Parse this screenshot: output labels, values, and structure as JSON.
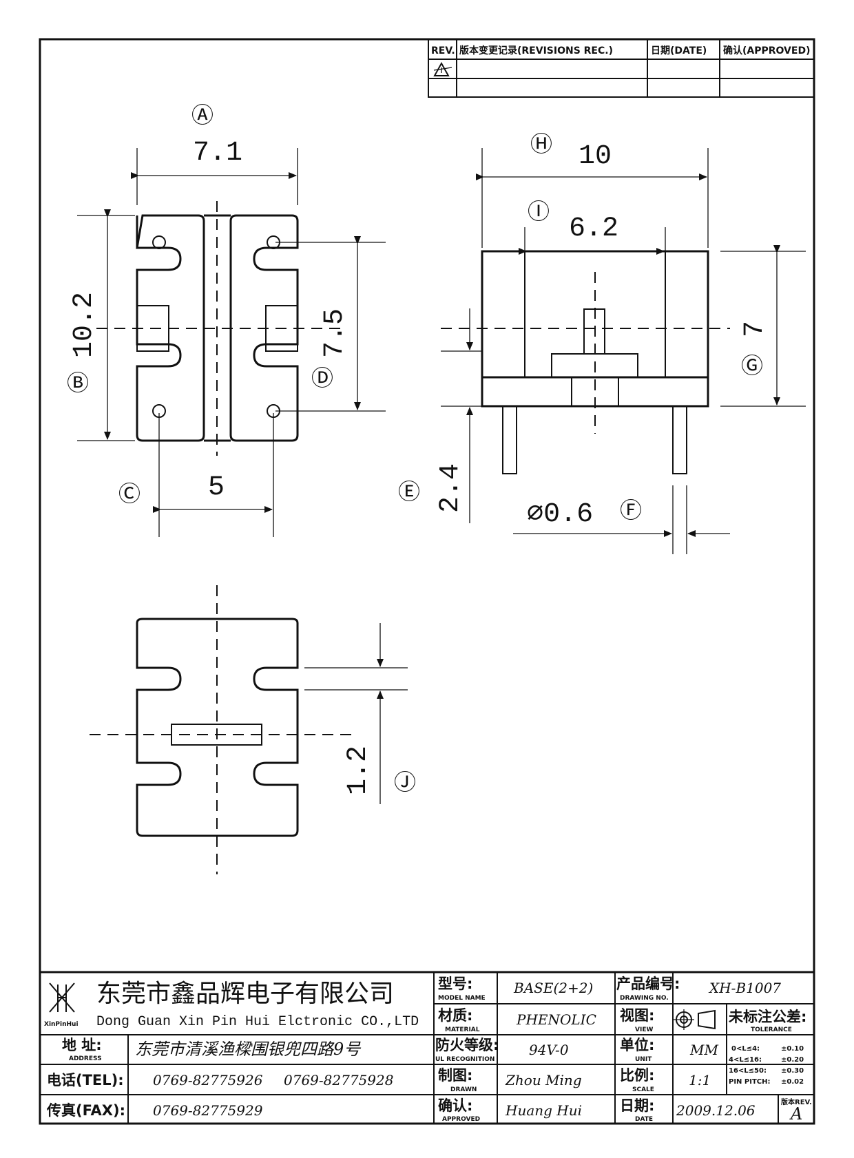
{
  "revisions": {
    "rev_header": "REV.",
    "record_header": "版本变更记录(REVISIONS REC.)",
    "date_header": "日期(DATE)",
    "approved_header": "确认(APPROVED)"
  },
  "labels": {
    "A": "Ⓐ",
    "B": "Ⓑ",
    "C": "Ⓒ",
    "D": "Ⓓ",
    "E": "Ⓔ",
    "F": "Ⓕ",
    "G": "Ⓖ",
    "H": "Ⓗ",
    "I": "Ⓘ",
    "J": "Ⓙ"
  },
  "dimensions": {
    "A": "7.1",
    "B": "10.2",
    "C": "5",
    "D": "7.5",
    "E": "2.4",
    "F": "⌀0.6",
    "G": "7",
    "H": "10",
    "I": "6.2",
    "J": "1.2"
  },
  "title_block": {
    "company_cn": "东莞市鑫品辉电子有限公司",
    "company_en": "Dong Guan Xin Pin Hui Elctronic CO.,LTD",
    "logo_text": "XinPinHui",
    "address_label_cn": "地 址:",
    "address_label_en": "ADDRESS",
    "address_value": "东莞市清溪渔樑围银兜四路9号",
    "tel_label": "电话(TEL):",
    "tel_value_1": "0769-82775926",
    "tel_value_2": "0769-82775928",
    "fax_label": "传真(FAX):",
    "fax_value": "0769-82775929",
    "model_label_cn": "型号:",
    "model_label_en": "MODEL NAME",
    "model_value": "BASE(2+2)",
    "material_label_cn": "材质:",
    "material_label_en": "MATERIAL",
    "material_value": "PHENOLIC",
    "ul_label_cn": "防火等级:",
    "ul_label_en": "UL RECOGNITION",
    "ul_value": "94V-0",
    "drawn_label_cn": "制图:",
    "drawn_label_en": "DRAWN",
    "drawn_value": "Zhou Ming",
    "approved_label_cn": "确认:",
    "approved_label_en": "APPROVED",
    "approved_value": "Huang Hui",
    "drawing_no_label_cn": "产品编号:",
    "drawing_no_label_en": "DRAWING NO.",
    "drawing_no_value": "XH-B1007",
    "view_label_cn": "视图:",
    "view_label_en": "VIEW",
    "unit_label_cn": "单位:",
    "unit_label_en": "UNIT",
    "unit_value": "MM",
    "scale_label_cn": "比例:",
    "scale_label_en": "SCALE",
    "scale_value": "1:1",
    "date_label_cn": "日期:",
    "date_label_en": "DATE",
    "date_value": "2009.12.06",
    "tolerance_label_cn": "未标注公差:",
    "tolerance_label_en": "TOLERANCE",
    "tolerance_rows": [
      {
        "range": "0<L≤4:",
        "value": "±0.10"
      },
      {
        "range": "4<L≤16:",
        "value": "±0.20"
      },
      {
        "range": "16<L≤50:",
        "value": "±0.30"
      },
      {
        "range": "PIN PITCH:",
        "value": "±0.02"
      }
    ],
    "rev_label": "版本REV.",
    "rev_value": "A"
  }
}
